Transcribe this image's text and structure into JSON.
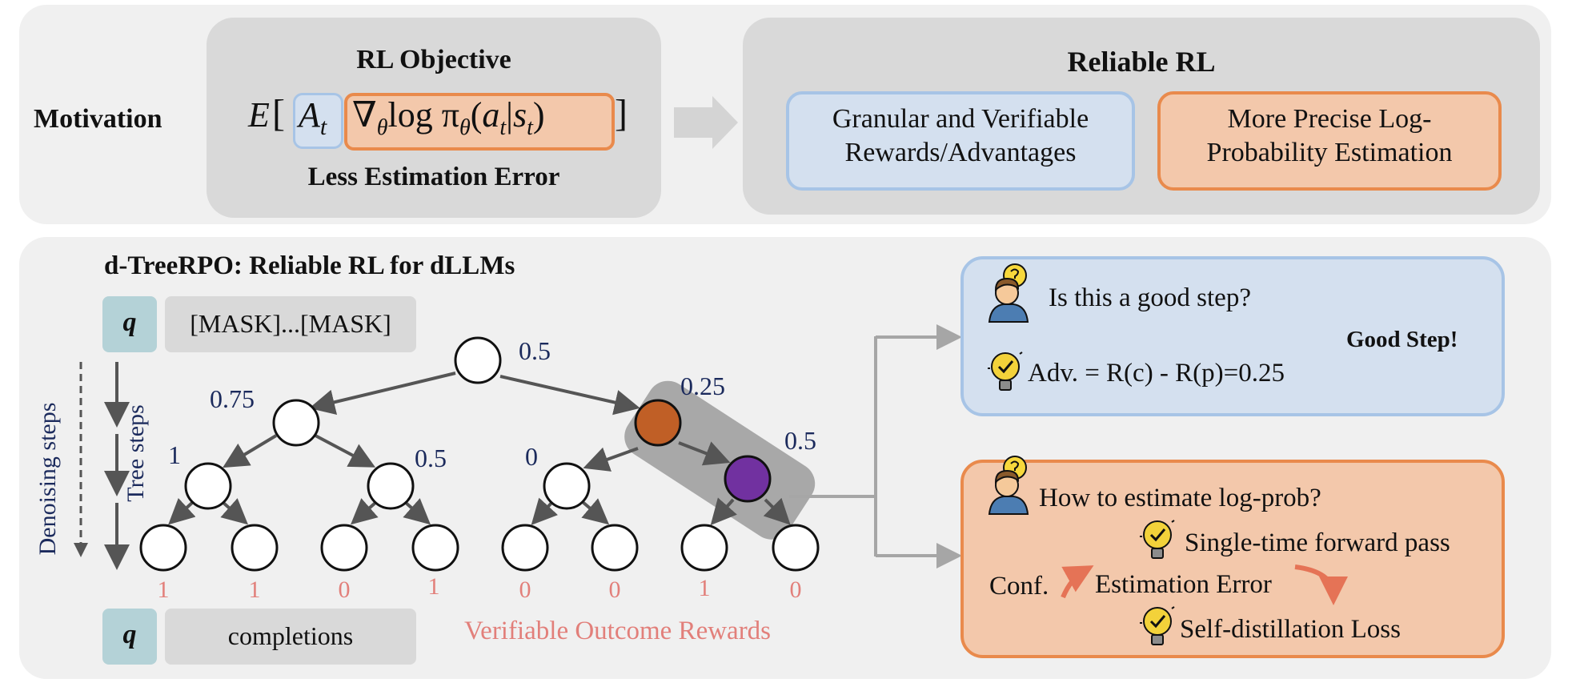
{
  "motivation": {
    "label": "Motivation",
    "objective": {
      "title": "RL Objective",
      "formula": {
        "expectation": "E",
        "open_bracket": "[",
        "advantage": "A",
        "advantage_sub": "t",
        "gradient": "∇",
        "theta_sub": "θ",
        "log_text": "log π",
        "pi_sub": "θ",
        "arg_open": "(",
        "action": "a",
        "action_sub": "t",
        "bar": "|",
        "state": "s",
        "state_sub": "t",
        "arg_close": ")",
        "close_bracket": "]"
      },
      "caption": "Less Estimation Error"
    },
    "reliable": {
      "title": "Reliable RL",
      "blue_box": [
        "Granular and Verifiable",
        "Rewards/Advantages"
      ],
      "orange_box": [
        "More Precise Log-",
        "Probability Estimation"
      ]
    }
  },
  "method": {
    "title": "d-TreeRPO: Reliable RL for dLLMs",
    "prompt_token": "q",
    "masked_text": "[MASK]...[MASK]",
    "completions_text": "completions",
    "denoising_label": "Denoising steps",
    "tree_label": "Tree steps",
    "node_values": [
      "0.5",
      "0.75",
      "0.25",
      "1",
      "0.5",
      "0",
      "0.5"
    ],
    "leaf_rewards": [
      "1",
      "1",
      "0",
      "1",
      "0",
      "0",
      "1",
      "0"
    ],
    "rewards_caption": "Verifiable Outcome Rewards",
    "good_step_box": {
      "question": "Is this a good step?",
      "verdict": "Good Step!",
      "advantage": "Adv. = R(c) - R(p)=0.25"
    },
    "logprob_box": {
      "question": "How to estimate log-prob?",
      "item1": "Single-time forward pass",
      "conf": "Conf.",
      "item2": "Estimation Error",
      "item3": "Self-distillation Loss"
    }
  },
  "colors": {
    "panel": "#f0f0f0",
    "gray_box": "#d9d9d9",
    "blue_fill": "#d4e0ef",
    "blue_border": "#a7c4e6",
    "orange_fill": "#f3c8ab",
    "orange_border": "#e98a4c",
    "teal": "#b4d2d7",
    "reward_red": "#e27f7a",
    "node_orange": "#c05f26",
    "node_purple": "#7131a0",
    "navy": "#1b2a5c",
    "bulb": "#f3d23a"
  }
}
